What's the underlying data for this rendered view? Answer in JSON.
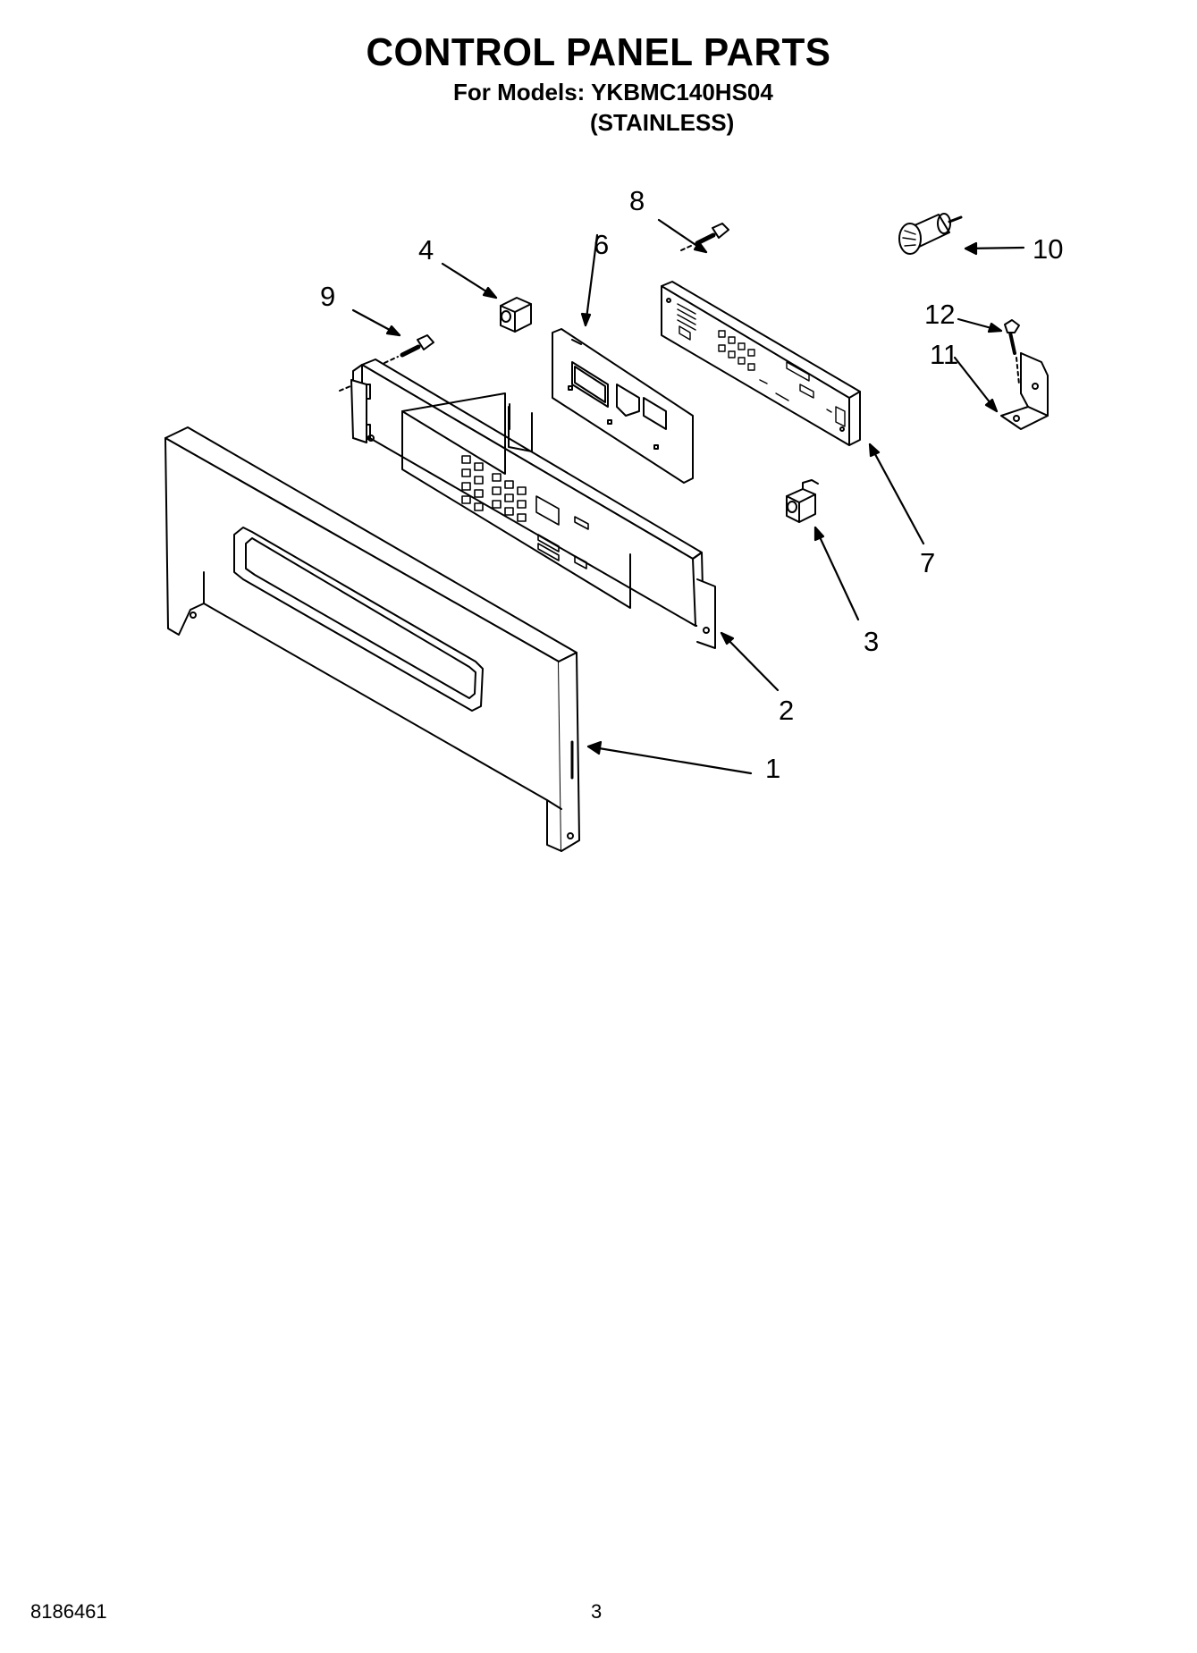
{
  "header": {
    "title": "CONTROL PANEL PARTS",
    "models_line": "For Models: YKBMC140HS04",
    "finish_line": "(STAINLESS)"
  },
  "diagram": {
    "callouts": [
      "1",
      "2",
      "3",
      "4",
      "6",
      "7",
      "8",
      "9",
      "10",
      "11",
      "12"
    ]
  },
  "footer": {
    "document_number": "8186461",
    "page_number": "3"
  }
}
